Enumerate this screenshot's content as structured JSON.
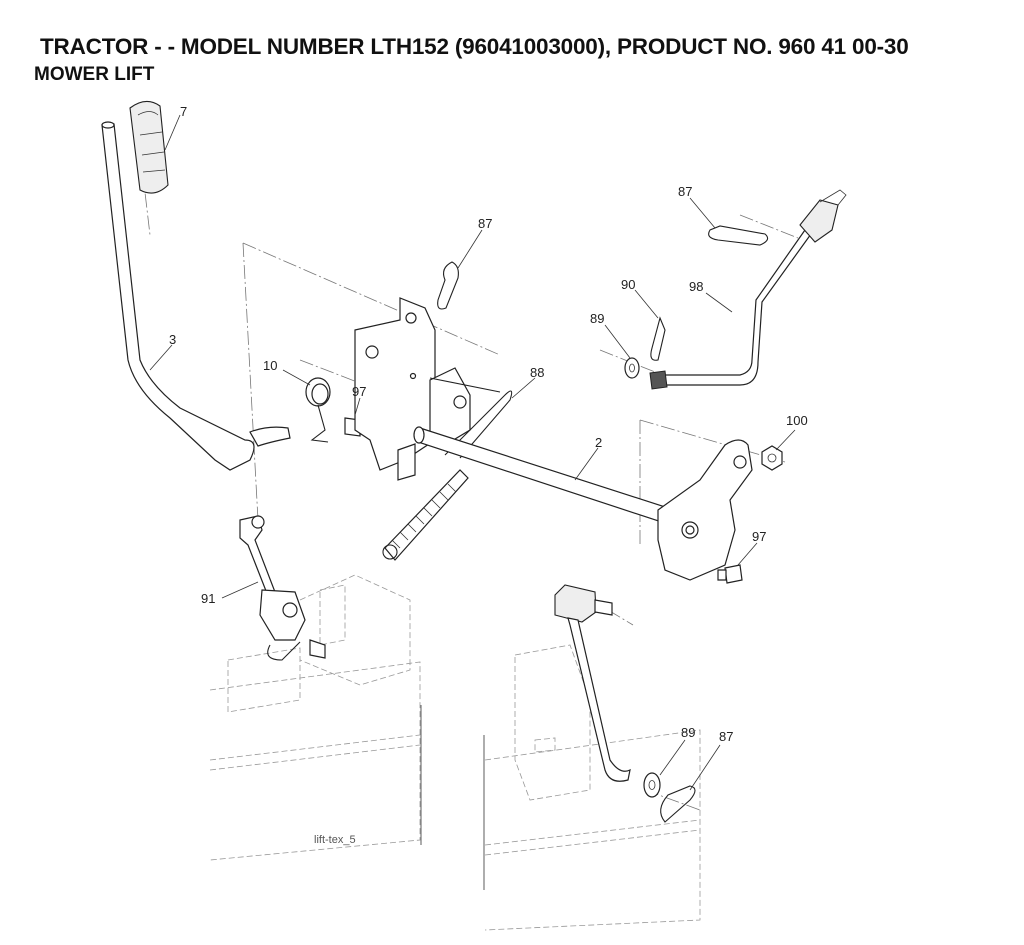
{
  "header": {
    "title": "TRACTOR - - MODEL NUMBER LTH152 (96041003000), PRODUCT NO. 960 41 00-30",
    "subtitle": "MOWER LIFT"
  },
  "callouts": [
    {
      "id": "c7",
      "label": "7"
    },
    {
      "id": "c3",
      "label": "3"
    },
    {
      "id": "c87a",
      "label": "87"
    },
    {
      "id": "c87b",
      "label": "87"
    },
    {
      "id": "c90",
      "label": "90"
    },
    {
      "id": "c98",
      "label": "98"
    },
    {
      "id": "c89a",
      "label": "89"
    },
    {
      "id": "c10",
      "label": "10"
    },
    {
      "id": "c97a",
      "label": "97"
    },
    {
      "id": "c88",
      "label": "88"
    },
    {
      "id": "c2",
      "label": "2"
    },
    {
      "id": "c100",
      "label": "100"
    },
    {
      "id": "c97b",
      "label": "97"
    },
    {
      "id": "c91",
      "label": "91"
    },
    {
      "id": "c89b",
      "label": "89"
    },
    {
      "id": "c87c",
      "label": "87"
    }
  ],
  "figure_id": "lift-tex_5"
}
